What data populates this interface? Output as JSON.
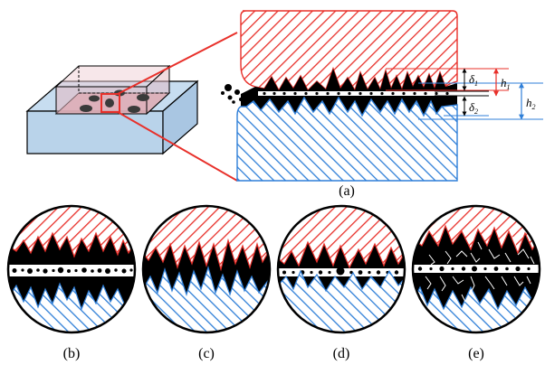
{
  "captions": {
    "a": "(a)",
    "b": "(b)",
    "c": "(c)",
    "d": "(d)",
    "e": "(e)"
  },
  "symbols": {
    "delta": "δ",
    "h": "h",
    "sub1": "1",
    "sub2": "2"
  },
  "colors": {
    "upper_surface": "#e8302a",
    "lower_surface": "#2f7fd8",
    "block_face": "#b9d3ea",
    "contact_region": "#d7a3ac",
    "interface": "#000000"
  },
  "icons": {
    "debris": "particle-dots",
    "cracks": "crack-lines"
  }
}
